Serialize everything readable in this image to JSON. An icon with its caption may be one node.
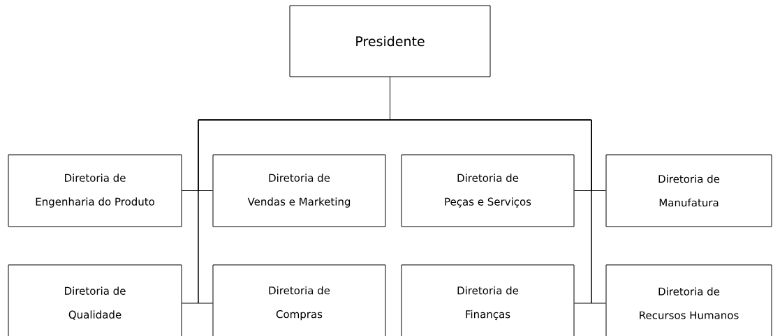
{
  "diagram": {
    "nodes": [
      {
        "text": [
          "Presidente"
        ]
      },
      {
        "text": [
          "Diretoria de Engenharia do Produto"
        ]
      },
      {
        "text": [
          "Diretoria de Vendas e Marketing"
        ]
      },
      {
        "text": [
          "Diretoria de Peças e Serviços"
        ]
      },
      {
        "text": [
          "Diretoria de Manufatura"
        ]
      },
      {
        "text": [
          "Diretoria de Qualidade"
        ]
      },
      {
        "text": [
          "Diretoria de Compras"
        ]
      },
      {
        "text": [
          "Diretoria de Finanças"
        ]
      },
      {
        "text": [
          "Diretoria de Recursos Humanos"
        ]
      }
    ],
    "edges": [
      {
        "from": 0,
        "to": 1,
        "arrow": "none"
      },
      {
        "from": 0,
        "to": 2,
        "arrow": "none"
      },
      {
        "from": 0,
        "to": 3,
        "arrow": "none"
      },
      {
        "from": 0,
        "to": 4,
        "arrow": "none"
      },
      {
        "from": 0,
        "to": 5,
        "arrow": "none"
      },
      {
        "from": 0,
        "to": 6,
        "arrow": "none"
      },
      {
        "from": 0,
        "to": 7,
        "arrow": "none"
      },
      {
        "from": 0,
        "to": 8,
        "arrow": "none"
      }
    ]
  }
}
